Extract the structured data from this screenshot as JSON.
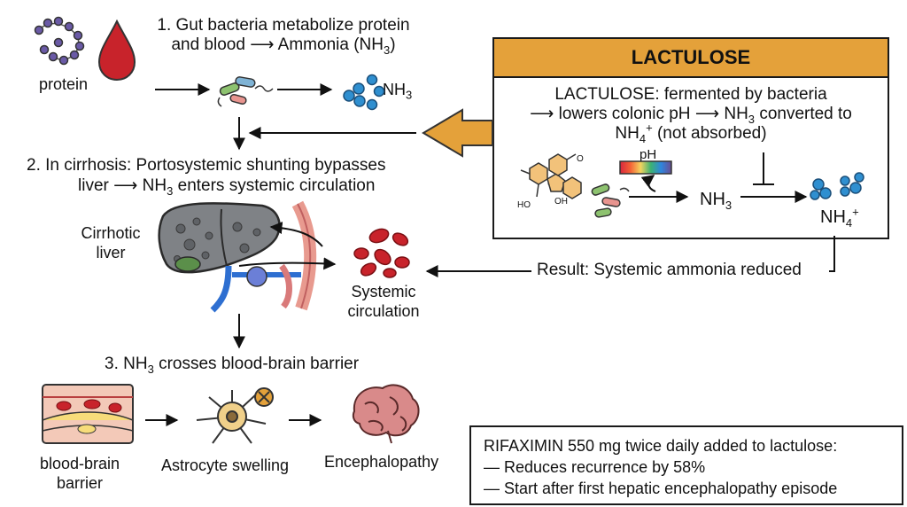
{
  "step1": {
    "text_a": "1. Gut bacteria metabolize protein",
    "text_b": "and blood",
    "text_c": "Ammonia (NH",
    "text_d": "3",
    "text_e": ")",
    "protein_label": "protein",
    "nh3_main": "NH",
    "nh3_sub": "3"
  },
  "step2": {
    "line1": "2. In cirrhosis: Portosystemic shunting bypasses",
    "line2_a": "liver",
    "line2_b": "NH",
    "line2_c": "3",
    "line2_d": "enters systemic circulation",
    "liver_label_1": "Cirrhotic",
    "liver_label_2": "liver",
    "circ_label_1": "Systemic",
    "circ_label_2": "circulation"
  },
  "step3": {
    "text_a": "3. NH",
    "text_b": "3",
    "text_c": "crosses blood-brain barrier",
    "bbb_label_1": "blood-brain",
    "bbb_label_2": "barrier",
    "astro_label": "Astrocyte swelling",
    "enceph_label": "Encephalopathy"
  },
  "lactulose": {
    "title": "LACTULOSE",
    "line1": "LACTULOSE: fermented by bacteria",
    "line2_a": "lowers colonic pH",
    "line2_b": "NH",
    "line2_c": "3",
    "line2_d": "converted to",
    "line3_a": "NH",
    "line3_b": "4",
    "line3_c": "+",
    "line3_d": "(not absorbed)",
    "ph_label": "pH",
    "nh3_a": "NH",
    "nh3_b": "3",
    "nh4_a": "NH",
    "nh4_b": "4",
    "nh4_c": "+",
    "mol_ho_1": "HO",
    "mol_o": "O",
    "mol_ho_2": "HO",
    "mol_oh": "OH",
    "mol_oh_2": "OH"
  },
  "result": "Result: Systemic ammonia reduced",
  "rifaximin": {
    "line1": "RIFAXIMIN 550 mg twice daily added to lactulose:",
    "line2": "— Reduces recurrence by 58%",
    "line3": "— Start after first hepatic encephalopathy episode"
  },
  "colors": {
    "header": "#e4a13a",
    "arrow": "#e4a13a",
    "blood": "#c8232b",
    "ammonia": "#2f8fd0",
    "protein": "#6a5aa6",
    "liver": "#7f8286"
  }
}
